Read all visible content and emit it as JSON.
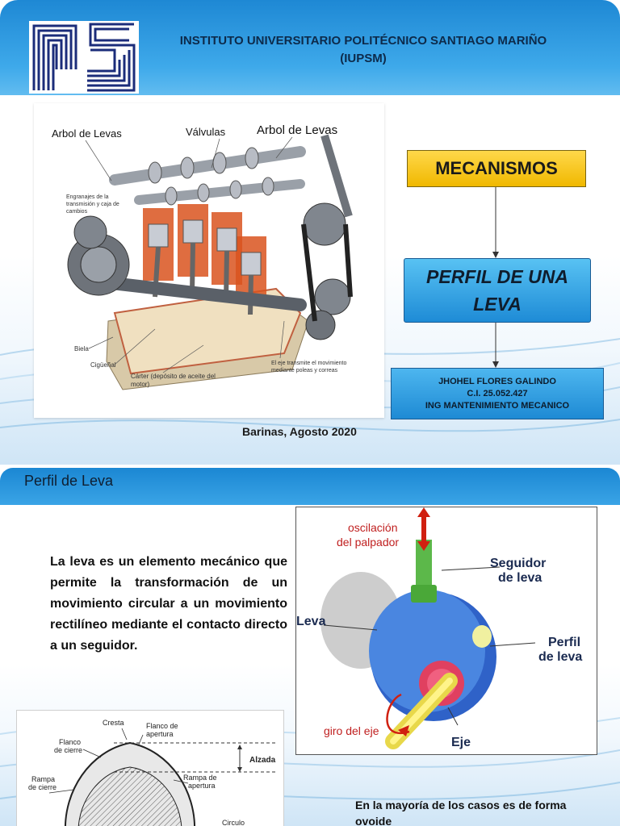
{
  "slide1": {
    "institute": "INSTITUTO UNIVERSITARIO POLITÉCNICO SANTIAGO MARIÑO (IUPSM)",
    "engine_labels": {
      "arbol1": "Arbol de Levas",
      "valvulas": "Válvulas",
      "arbol2": "Arbol de Levas",
      "engranajes": "Engranajes de la transmisión y caja de cambios",
      "biela": "Biela",
      "ciguenal": "Cigüeñal",
      "carter": "Cárter (depósito de aceite del motor)",
      "eje": "El eje transmite el movimiento mediante poleas y correas"
    },
    "box_mecanismos": "MECANISMOS",
    "box_perfil": "PERFIL DE UNA LEVA",
    "author_name": "JHOHEL FLORES GALINDO",
    "author_ci": "C.I. 25.052.427",
    "author_career": "ING MANTENIMIENTO MECANICO",
    "date": "Barinas, Agosto 2020"
  },
  "slide2": {
    "title": "Perfil de Leva",
    "paragraph": "La leva es un elemento mecánico que permite la transformación de un movimiento circular a un movimiento rectilíneo mediante el contacto directo a un seguidor.",
    "cam_labels": {
      "oscilacion": "oscilación del palpador",
      "seguidor": "Seguidor de leva",
      "leva": "Leva",
      "perfil": "Perfil de leva",
      "giro": "giro del eje",
      "eje": "Eje"
    },
    "profile_labels": {
      "cresta": "Cresta",
      "flanco_apertura": "Flanco de apertura",
      "flanco_cierre": "Flanco de cierre",
      "alzada": "Alzada",
      "rampa_cierre": "Rampa de cierre",
      "rampa_apertura": "Rampa de apertura",
      "circulo": "Circulo"
    },
    "footer": "En la mayoría de los casos es de forma ovoide"
  },
  "colors": {
    "header_blue": "#1e88d4",
    "box_yellow": "#f0b800",
    "box_blue": "#2a98de"
  }
}
